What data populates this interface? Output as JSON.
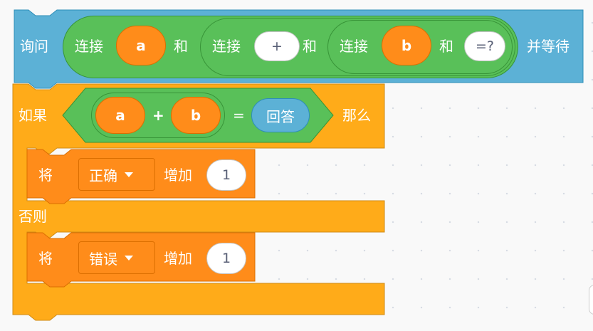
{
  "ask_block": {
    "prefix": "询问",
    "suffix": "并等待",
    "join1": {
      "label": "连接",
      "and_label": "和",
      "first_value": "a"
    },
    "join2": {
      "label": "连接",
      "and_label": "和",
      "first_value": "+"
    },
    "join3": {
      "label": "连接",
      "and_label": "和",
      "first_value": "b",
      "second_value": "=?"
    }
  },
  "if_block": {
    "if_label": "如果",
    "then_label": "那么",
    "else_label": "否则",
    "condition": {
      "left": "a",
      "plus_op": "+",
      "right": "b",
      "equals_op": "=",
      "answer": "回答"
    }
  },
  "change_correct": {
    "prefix": "将",
    "variable": "正确",
    "action": "增加",
    "value": "1"
  },
  "change_wrong": {
    "prefix": "将",
    "variable": "错误",
    "action": "增加",
    "value": "1"
  },
  "colors": {
    "sensing": "#5cb1d6",
    "control": "#ffab19",
    "variables": "#ff8c1a",
    "operators": "#59c059"
  }
}
